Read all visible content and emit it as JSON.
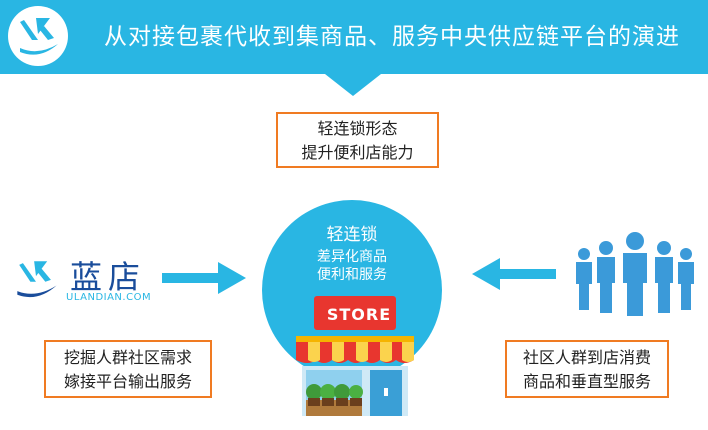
{
  "header": {
    "title": "从对接包裹代收到集商品、服务中央供应链平台的演进",
    "logo_icon": "ulandian-logo-icon"
  },
  "top_box": {
    "line1": "轻连锁形态",
    "line2": "提升便利店能力"
  },
  "center": {
    "title": "轻连锁",
    "line1": "差异化商品",
    "line2": "便利和服务"
  },
  "store": {
    "sign": "STORE",
    "icon": "storefront-icon"
  },
  "brand": {
    "name": "蓝店",
    "domain": "ULANDIAN.COM",
    "icon": "ulandian-logo-icon"
  },
  "left_box": {
    "line1": "挖掘人群社区需求",
    "line2": "嫁接平台输出服务"
  },
  "right_box": {
    "line1": "社区人群到店消费",
    "line2": "商品和垂直型服务"
  },
  "people": {
    "icon": "crowd-icon"
  },
  "colors": {
    "primary": "#29b6e3",
    "border": "#f07b22",
    "brand_text": "#1a4d9b",
    "store_red": "#e8362f"
  }
}
